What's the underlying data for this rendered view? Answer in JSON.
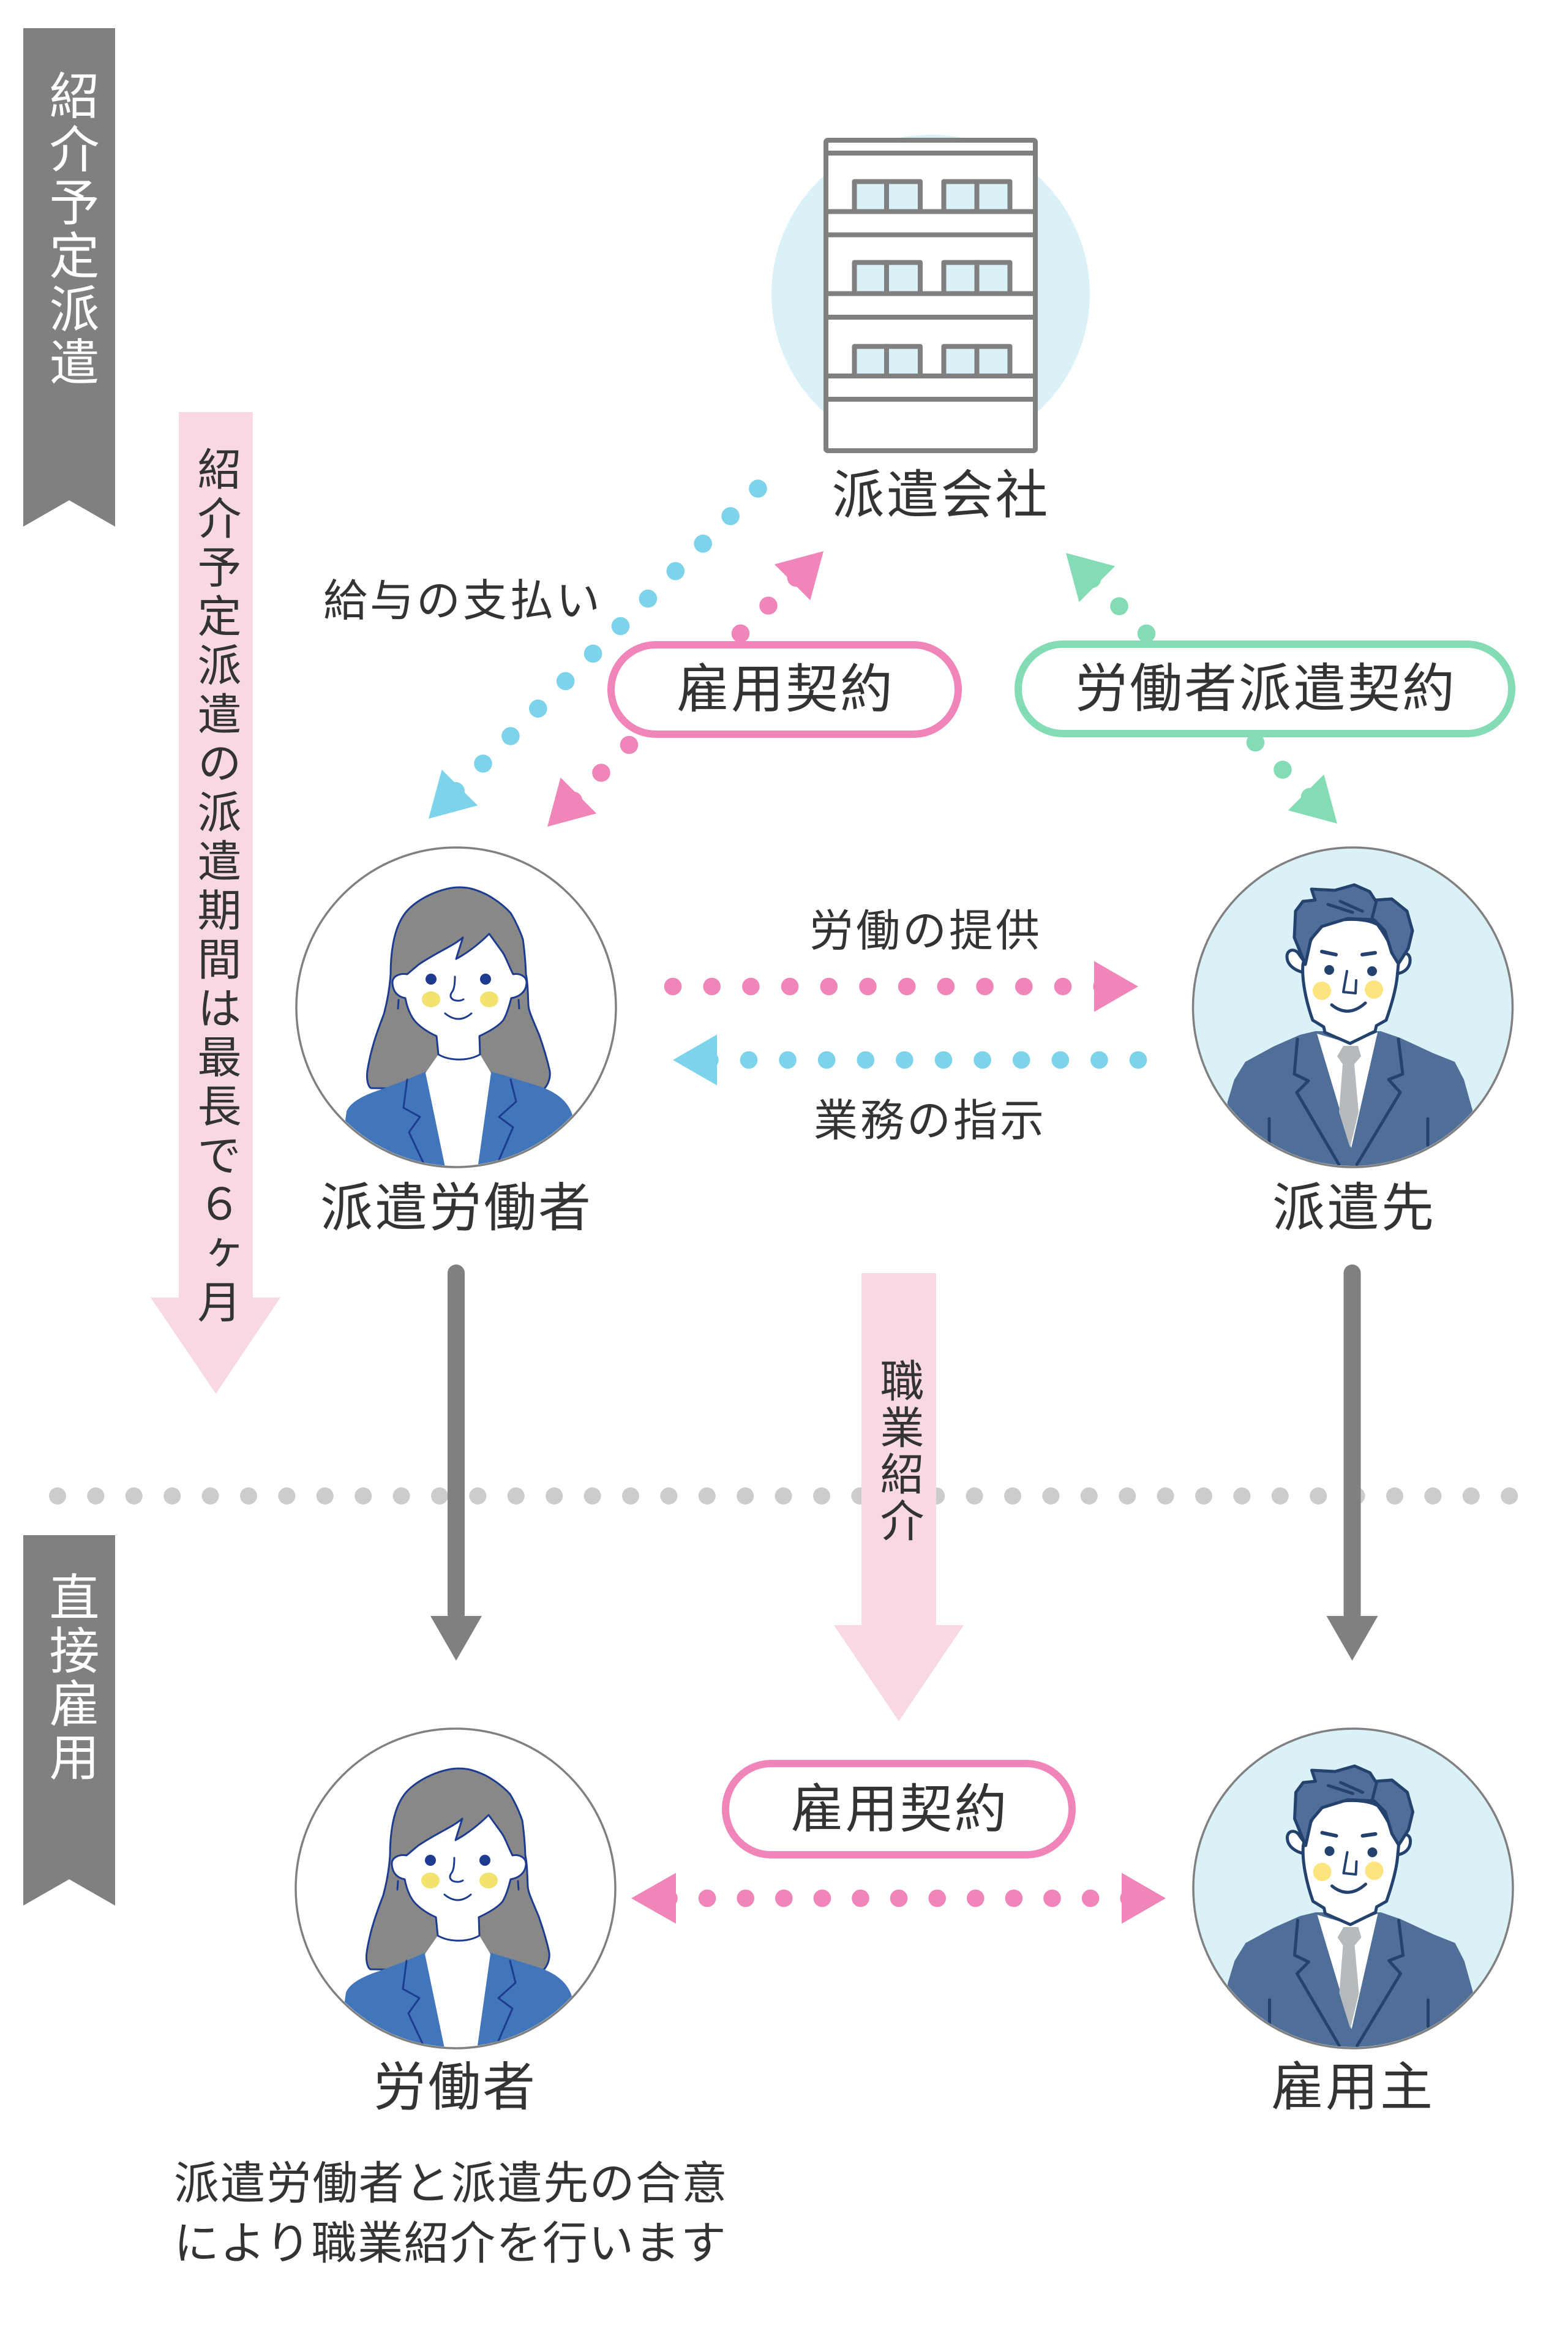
{
  "phase_banners": {
    "top": {
      "label": "紹介予定派遣"
    },
    "bottom": {
      "label": "直接雇用"
    }
  },
  "period_arrow": {
    "label": "紹介予定派遣の派遣期間は最長で６ヶ月"
  },
  "nodes": {
    "dispatch_agency": {
      "label": "派遣会社",
      "icon": "office-building-icon"
    },
    "dispatched_worker": {
      "label": "派遣労働者",
      "avatar": "woman-avatar-icon"
    },
    "client_company": {
      "label": "派遣先",
      "avatar": "man-avatar-icon"
    },
    "worker": {
      "label": "労働者",
      "avatar": "woman-avatar-icon"
    },
    "employer": {
      "label": "雇用主",
      "avatar": "man-avatar-icon"
    }
  },
  "edges": {
    "salary_payment": {
      "label": "給与の支払い",
      "from": "dispatch_agency",
      "to": "dispatched_worker",
      "line": "dotted",
      "color": "blue"
    },
    "employment_contract": {
      "label": "雇用契約",
      "from": "dispatch_agency",
      "to": "dispatched_worker",
      "bidirectional": true,
      "line": "dotted",
      "color": "pink"
    },
    "worker_dispatch_contract": {
      "label": "労働者派遣契約",
      "from": "dispatch_agency",
      "to": "client_company",
      "bidirectional": true,
      "line": "dotted",
      "color": "green"
    },
    "labor_provision": {
      "label": "労働の提供",
      "from": "dispatched_worker",
      "to": "client_company",
      "line": "dotted",
      "color": "pink"
    },
    "work_instruction": {
      "label": "業務の指示",
      "from": "client_company",
      "to": "dispatched_worker",
      "line": "dotted",
      "color": "blue"
    },
    "job_placement": {
      "label": "職業紹介",
      "line": "solid",
      "color": "pale_pink"
    },
    "worker_transition": {
      "from": "dispatched_worker",
      "to": "worker",
      "line": "solid",
      "color": "gray"
    },
    "employer_transition": {
      "from": "client_company",
      "to": "employer",
      "line": "solid",
      "color": "gray"
    },
    "direct_employment_contract": {
      "label": "雇用契約",
      "from": "worker",
      "to": "employer",
      "bidirectional": true,
      "line": "dotted",
      "color": "pink"
    }
  },
  "note": {
    "lines": [
      "派遣労働者と派遣先の合意",
      "により職業紹介を行います"
    ]
  },
  "colors": {
    "pink": "#ef85b9",
    "blue": "#7dd4ea",
    "green": "#84dcb4",
    "gray": "#808080",
    "dot_gray": "#cccccc",
    "pale_pink": "#f8d9e3",
    "pale_blue": "#daf1f7",
    "text": "#333333",
    "banner_text": "#ffffff"
  }
}
